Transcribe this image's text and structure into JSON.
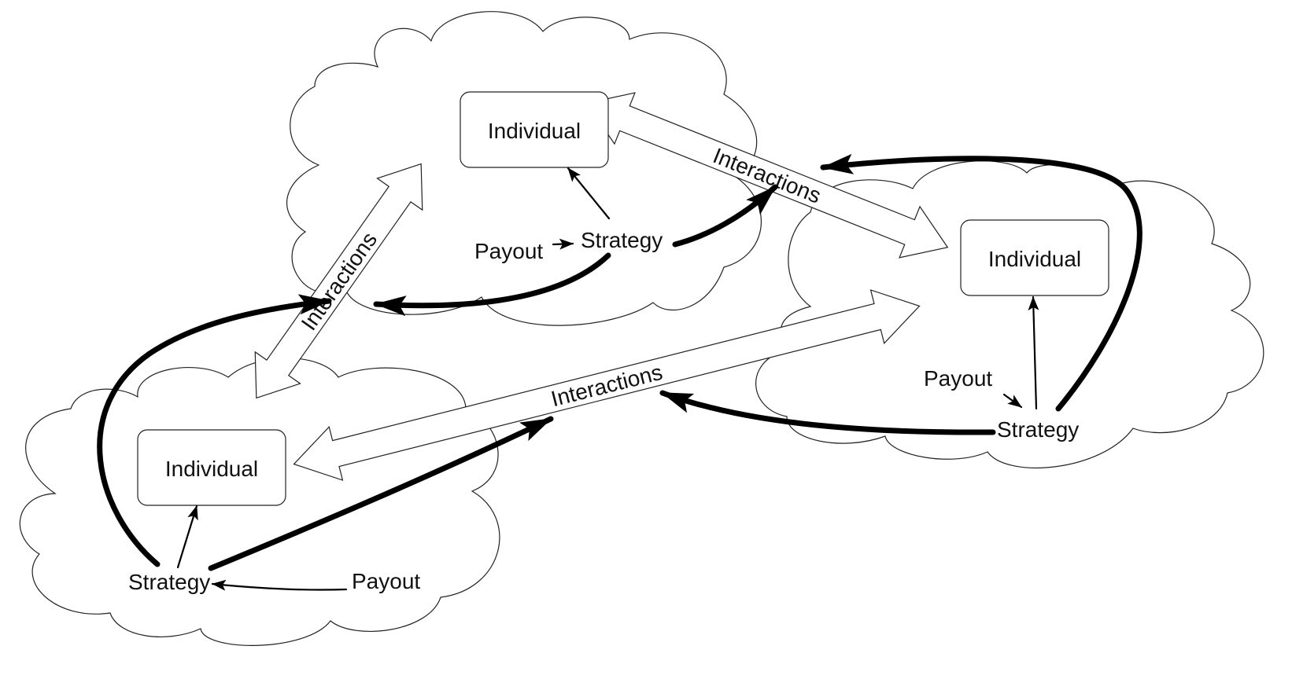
{
  "nodes": {
    "top": {
      "individual": "Individual",
      "strategy": "Strategy",
      "payout": "Payout"
    },
    "left": {
      "individual": "Individual",
      "strategy": "Strategy",
      "payout": "Payout"
    },
    "right": {
      "individual": "Individual",
      "strategy": "Strategy",
      "payout": "Payout"
    }
  },
  "links": {
    "top_left": "Interactions",
    "top_right": "Interactions",
    "left_right": "Interactions"
  },
  "colors": {
    "stroke": "#000000",
    "fill": "#ffffff"
  }
}
